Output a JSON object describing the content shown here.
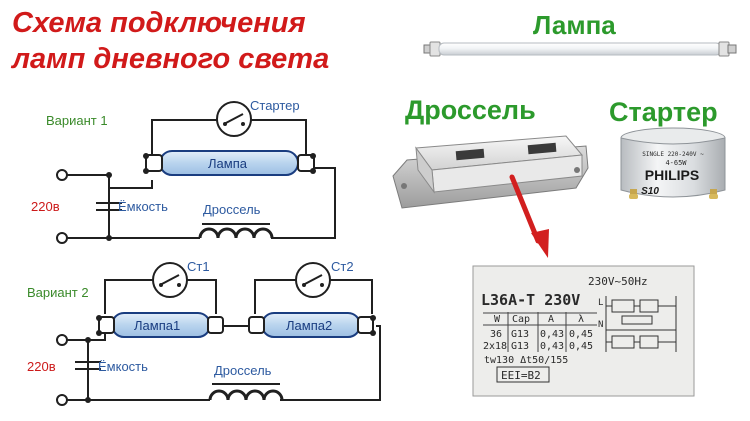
{
  "title": {
    "line1": "Схема подключения",
    "line2": "ламп дневного света"
  },
  "photos": {
    "lamp_label": "Лампа",
    "choke_label": "Дроссель",
    "starter_label": "Стартер",
    "starter_can_text": {
      "line1": "SINGLE 220-240V ~",
      "line2": "4-65W",
      "brand": "PHILIPS",
      "model": "S10"
    },
    "nameplate": {
      "model": "L36A-T 230V",
      "freq": "230V~50Hz",
      "table_header": [
        "W",
        "Cap",
        "A",
        "λ"
      ],
      "row1": [
        "36",
        "G13",
        "0,43",
        "0,45"
      ],
      "row2": [
        "2x18",
        "G13",
        "0,43",
        "0,45"
      ],
      "row3": "tw130 Δt50/155",
      "eei": "EEI=B2"
    }
  },
  "variant1": {
    "label": "Вариант 1",
    "starter": "Стартер",
    "lamp": "Лампа",
    "voltage": "220в",
    "capacitor": "Ёмкость",
    "choke": "Дроссель"
  },
  "variant2": {
    "label": "Вариант 2",
    "starter1": "Ст1",
    "starter2": "Ст2",
    "lamp1": "Лампа1",
    "lamp2": "Лампа2",
    "voltage": "220в",
    "capacitor": "Ёмкость",
    "choke": "Дроссель"
  },
  "colors": {
    "title": "#d11a1a",
    "photo_labels": "#2c9a2c",
    "variant_labels": "#3a8a2a",
    "voltage": "#cc1a1a",
    "component_labels": "#2d5aa0",
    "lamp_fill": "#b9d4ee",
    "arrow": "#d21f1f"
  }
}
